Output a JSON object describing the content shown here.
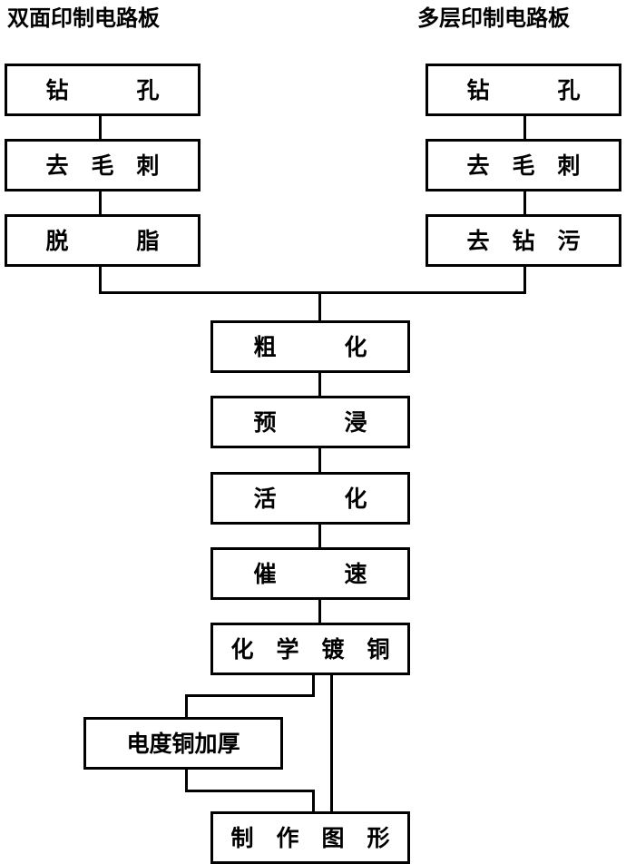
{
  "diagram": {
    "title_left": "双面印制电路板",
    "title_right": "多层印制电路板",
    "left_column": {
      "header": "双面印制电路板",
      "steps": [
        {
          "label": "钻　　　孔"
        },
        {
          "label": "去　毛　刺"
        },
        {
          "label": "脱　　　脂"
        }
      ]
    },
    "right_column": {
      "header": "多层印制电路板",
      "steps": [
        {
          "label": "钻　　　孔"
        },
        {
          "label": "去　毛　刺"
        },
        {
          "label": "去　钻　污"
        }
      ]
    },
    "merged_column": {
      "steps": [
        {
          "label": "粗　　　化"
        },
        {
          "label": "预　　　浸"
        },
        {
          "label": "活　　　化"
        },
        {
          "label": "催　　　速"
        },
        {
          "label": "化　学　镀　铜"
        }
      ]
    },
    "branch": {
      "side_step": {
        "label": "电度铜加厚"
      },
      "final_step": {
        "label": "制　作　图　形"
      }
    },
    "colors": {
      "line": "#000000",
      "box_fill": "#ffffff",
      "text": "#000000",
      "background": "#ffffff"
    }
  }
}
